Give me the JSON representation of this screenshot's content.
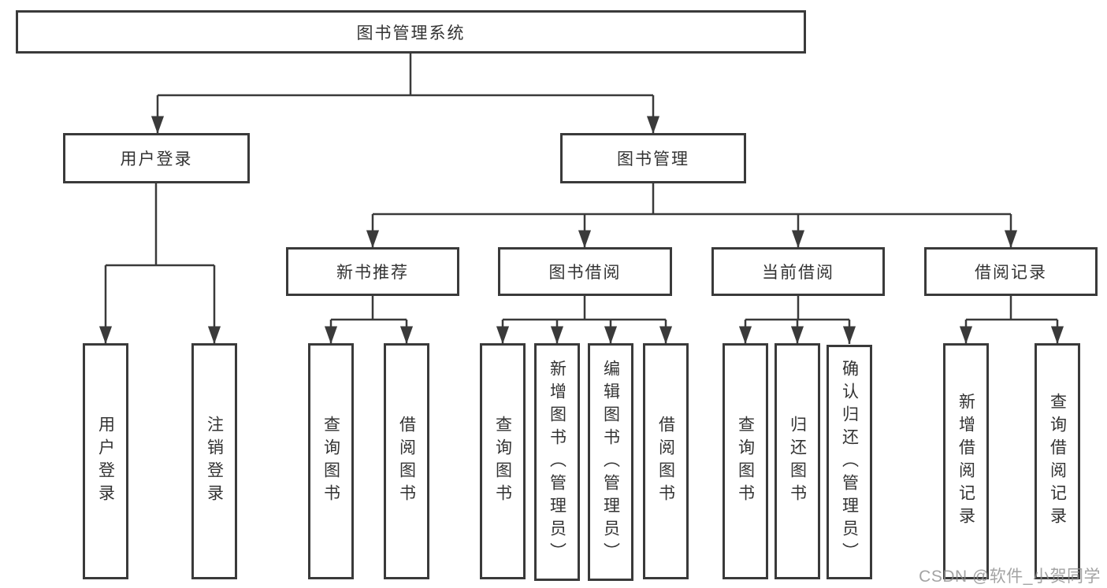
{
  "title": "图书管理系统",
  "tree": {
    "root": "图书管理系统",
    "branches": [
      {
        "label": "用户登录",
        "leaves": [
          "用户登录",
          "注销登录"
        ]
      },
      {
        "label": "图书管理",
        "groups": [
          {
            "label": "新书推荐",
            "leaves": [
              "查询图书",
              "借阅图书"
            ]
          },
          {
            "label": "图书借阅",
            "leaves": [
              "查询图书",
              "新增图书（管理员）",
              "编辑图书（管理员）",
              "借阅图书"
            ]
          },
          {
            "label": "当前借阅",
            "leaves": [
              "查询图书",
              "归还图书",
              "确认归还（管理员）"
            ]
          },
          {
            "label": "借阅记录",
            "leaves": [
              "新增借阅记录",
              "查询借阅记录"
            ]
          }
        ]
      }
    ]
  },
  "watermark": "CSDN @软件_小贺同学",
  "colors": {
    "line": "#3a3a3a",
    "box_border": "#3a3a3a",
    "box_background": "#ffffff",
    "text": "#333333",
    "watermark": "#8c8c8c"
  }
}
